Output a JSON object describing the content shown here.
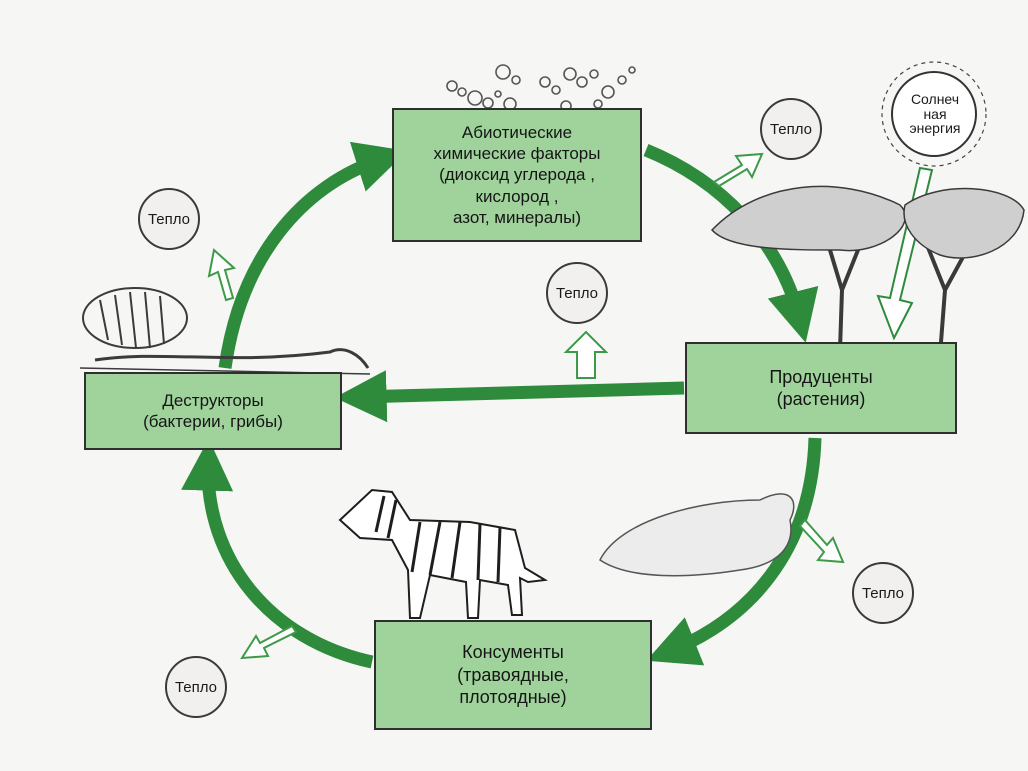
{
  "boxes": {
    "abiotic": [
      "Абиотические",
      "химические факторы",
      "(диоксид углерода ,",
      "кислород ,",
      "азот, минералы)"
    ],
    "producers": [
      "Продуценты",
      "(растения)"
    ],
    "consumers": [
      "Консументы",
      "(травоядные,",
      "плотоядные)"
    ],
    "decomposers": [
      "Деструкторы",
      "(бактерии, грибы)"
    ]
  },
  "heat_label": "Тепло",
  "sun_label": [
    "Солнеч",
    "ная",
    "энергия"
  ],
  "colors": {
    "box_fill": "#9fd39b",
    "arrow_green": "#2e8b3c",
    "outline_arrow_fill": "#ffffff"
  }
}
